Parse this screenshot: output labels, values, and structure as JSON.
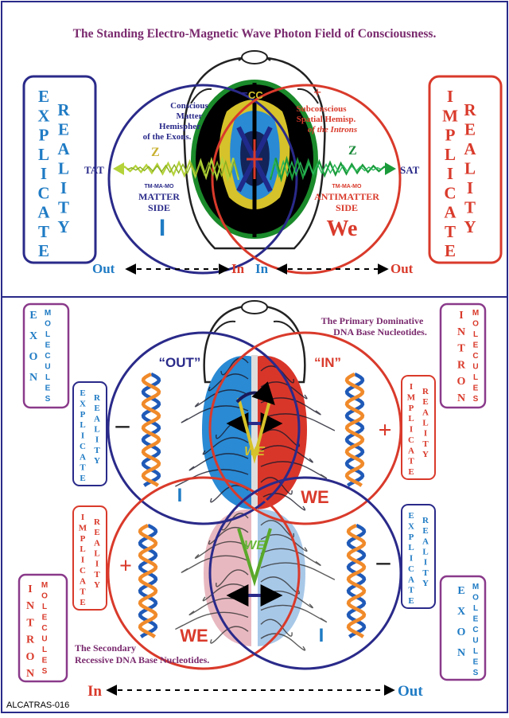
{
  "title": "The Standing Electro-Magnetic Wave Photon Field of Consciousness.",
  "top": {
    "left_box_col1": "EXPLICATE",
    "left_box_col2": "REALITY",
    "right_box_col1": "IMPLICATE",
    "right_box_col2": "REALITY",
    "minus": "–",
    "plus": "+",
    "cc": "CC",
    "left_note": [
      "Conscious",
      "Matter",
      "Hemispher",
      "of the Exons."
    ],
    "right_note": [
      "Subconscious",
      "Spatial Hemisp.",
      "of the Introns"
    ],
    "z_left": "Z",
    "z_right": "Z",
    "tat": "TAT",
    "sat": "SAT",
    "left_tm": "TM-MA-MO",
    "left_side": [
      "MATTER",
      "SIDE"
    ],
    "right_tm": "TM-MA-MO",
    "right_side": [
      "ANTIMATTER",
      "SIDE"
    ],
    "i_label": "I",
    "we_label": "We",
    "out_left": "Out",
    "in_1": "In",
    "in_2": "In",
    "out_right": "Out"
  },
  "bottom": {
    "exon_left_col1": "EXON",
    "exon_left_col2": "MOLECULES",
    "intron_right_col1": "INTRON",
    "intron_right_col2": "MOLECULES",
    "primary": [
      "The Primary Dominative",
      "DNA Base Nucleotides."
    ],
    "out_label": "“OUT”",
    "in_label": "“IN”",
    "explicate_mid_col1": "EXPLICATE",
    "explicate_mid_col2": "REALITY",
    "implicate_mid_col1": "IMPLICATE",
    "implicate_mid_col2": "REALITY",
    "minus": "–",
    "plus": "+",
    "we_upper": "WE",
    "i_upper": "I",
    "we_upper_center": "WE",
    "implicate_low_col1": "IMPLICATE",
    "implicate_low_col2": "REALITY",
    "explicate_low_col1": "EXPLICATE",
    "explicate_low_col2": "REALITY",
    "we_lower_center": "WE",
    "we_lower": "WE",
    "i_lower": "I",
    "intron_left_col1": "INTRON",
    "intron_left_col2": "MOLECULES",
    "exon_right_col1": "EXON",
    "exon_right_col2": "MOLECULES",
    "secondary": [
      "The Secondary",
      "Recessive DNA Base Nucleotides."
    ],
    "in_bottom": "In",
    "out_bottom": "Out",
    "code": "ALCATRAS-016"
  },
  "colors": {
    "title": "#7a2a6e",
    "blue": "#1f7bc4",
    "red": "#d93a2b",
    "navy": "#2a2a8a",
    "purple": "#8a3a8a",
    "yellow": "#d6c22a",
    "green": "#1a9a3a"
  }
}
